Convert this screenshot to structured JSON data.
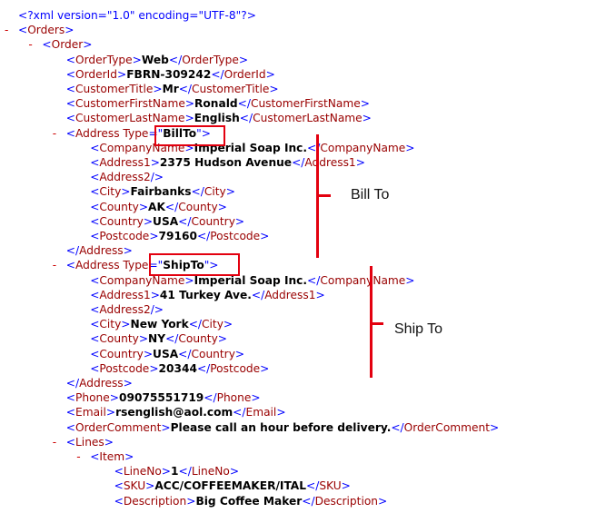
{
  "xml_declaration": "<?xml version=\"1.0\" encoding=\"UTF-8\"?>",
  "lines": [
    {
      "d": 0,
      "minus": true,
      "open": "Orders"
    },
    {
      "d": 1,
      "minus": true,
      "open": "Order"
    },
    {
      "d": 2,
      "open": "OrderType",
      "text": "Web",
      "close": "OrderType"
    },
    {
      "d": 2,
      "open": "OrderId",
      "text": "FBRN-309242",
      "close": "OrderId"
    },
    {
      "d": 2,
      "open": "CustomerTitle",
      "text": "Mr",
      "close": "CustomerTitle"
    },
    {
      "d": 2,
      "open": "CustomerFirstName",
      "text": "Ronald",
      "close": "CustomerFirstName"
    },
    {
      "d": 2,
      "open": "CustomerLastName",
      "text": "English",
      "close": "CustomerLastName"
    },
    {
      "d": 2,
      "minus": true,
      "open": "Address",
      "attr": "Type",
      "attrval": "BillTo"
    },
    {
      "d": 3,
      "open": "CompanyName",
      "text": "Imperial Soap Inc.",
      "close": "CompanyName"
    },
    {
      "d": 3,
      "open": "Address1",
      "text": "2375 Hudson Avenue",
      "close": "Address1"
    },
    {
      "d": 3,
      "selfclose": "Address2"
    },
    {
      "d": 3,
      "open": "City",
      "text": "Fairbanks",
      "close": "City"
    },
    {
      "d": 3,
      "open": "County",
      "text": "AK",
      "close": "County"
    },
    {
      "d": 3,
      "open": "Country",
      "text": "USA",
      "close": "Country"
    },
    {
      "d": 3,
      "open": "Postcode",
      "text": "79160",
      "close": "Postcode"
    },
    {
      "d": 2,
      "endtag": "Address"
    },
    {
      "d": 2,
      "minus": true,
      "open": "Address",
      "attr": "Type",
      "attrval": "ShipTo"
    },
    {
      "d": 3,
      "open": "CompanyName",
      "text": "Imperial Soap Inc.",
      "close": "CompanyName"
    },
    {
      "d": 3,
      "open": "Address1",
      "text": "41 Turkey Ave.",
      "close": "Address1"
    },
    {
      "d": 3,
      "selfclose": "Address2"
    },
    {
      "d": 3,
      "open": "City",
      "text": "New York",
      "close": "City"
    },
    {
      "d": 3,
      "open": "County",
      "text": "NY",
      "close": "County"
    },
    {
      "d": 3,
      "open": "Country",
      "text": "USA",
      "close": "Country"
    },
    {
      "d": 3,
      "open": "Postcode",
      "text": "20344",
      "close": "Postcode"
    },
    {
      "d": 2,
      "endtag": "Address"
    },
    {
      "d": 2,
      "open": "Phone",
      "text": "09075551719",
      "close": "Phone"
    },
    {
      "d": 2,
      "open": "Email",
      "text": "rsenglish@aol.com",
      "close": "Email"
    },
    {
      "d": 2,
      "open": "OrderComment",
      "text": "Please call an hour before delivery.",
      "close": "OrderComment"
    },
    {
      "d": 2,
      "minus": true,
      "open": "Lines"
    },
    {
      "d": 3,
      "minus": true,
      "open": "Item"
    },
    {
      "d": 4,
      "open": "LineNo",
      "text": "1",
      "close": "LineNo"
    },
    {
      "d": 4,
      "open": "SKU",
      "text": "ACC/COFFEEMAKER/ITAL",
      "close": "SKU"
    },
    {
      "d": 4,
      "open": "Description",
      "text": "Big Coffee Maker",
      "close": "Description"
    }
  ],
  "annotations": {
    "bill_to": "Bill To",
    "ship_to": "Ship To"
  },
  "colors": {
    "markup": "#0000ff",
    "tag": "#990000",
    "annotation": "#e3000f"
  }
}
